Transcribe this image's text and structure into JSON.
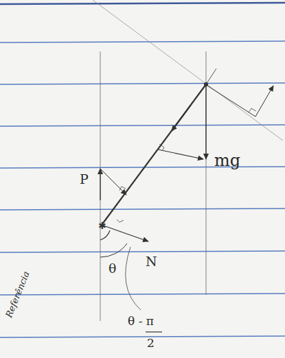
{
  "diagram": {
    "labels": [
      "P",
      "mg",
      "N",
      "θ",
      "θ - π",
      "2",
      "Referência"
    ]
  }
}
